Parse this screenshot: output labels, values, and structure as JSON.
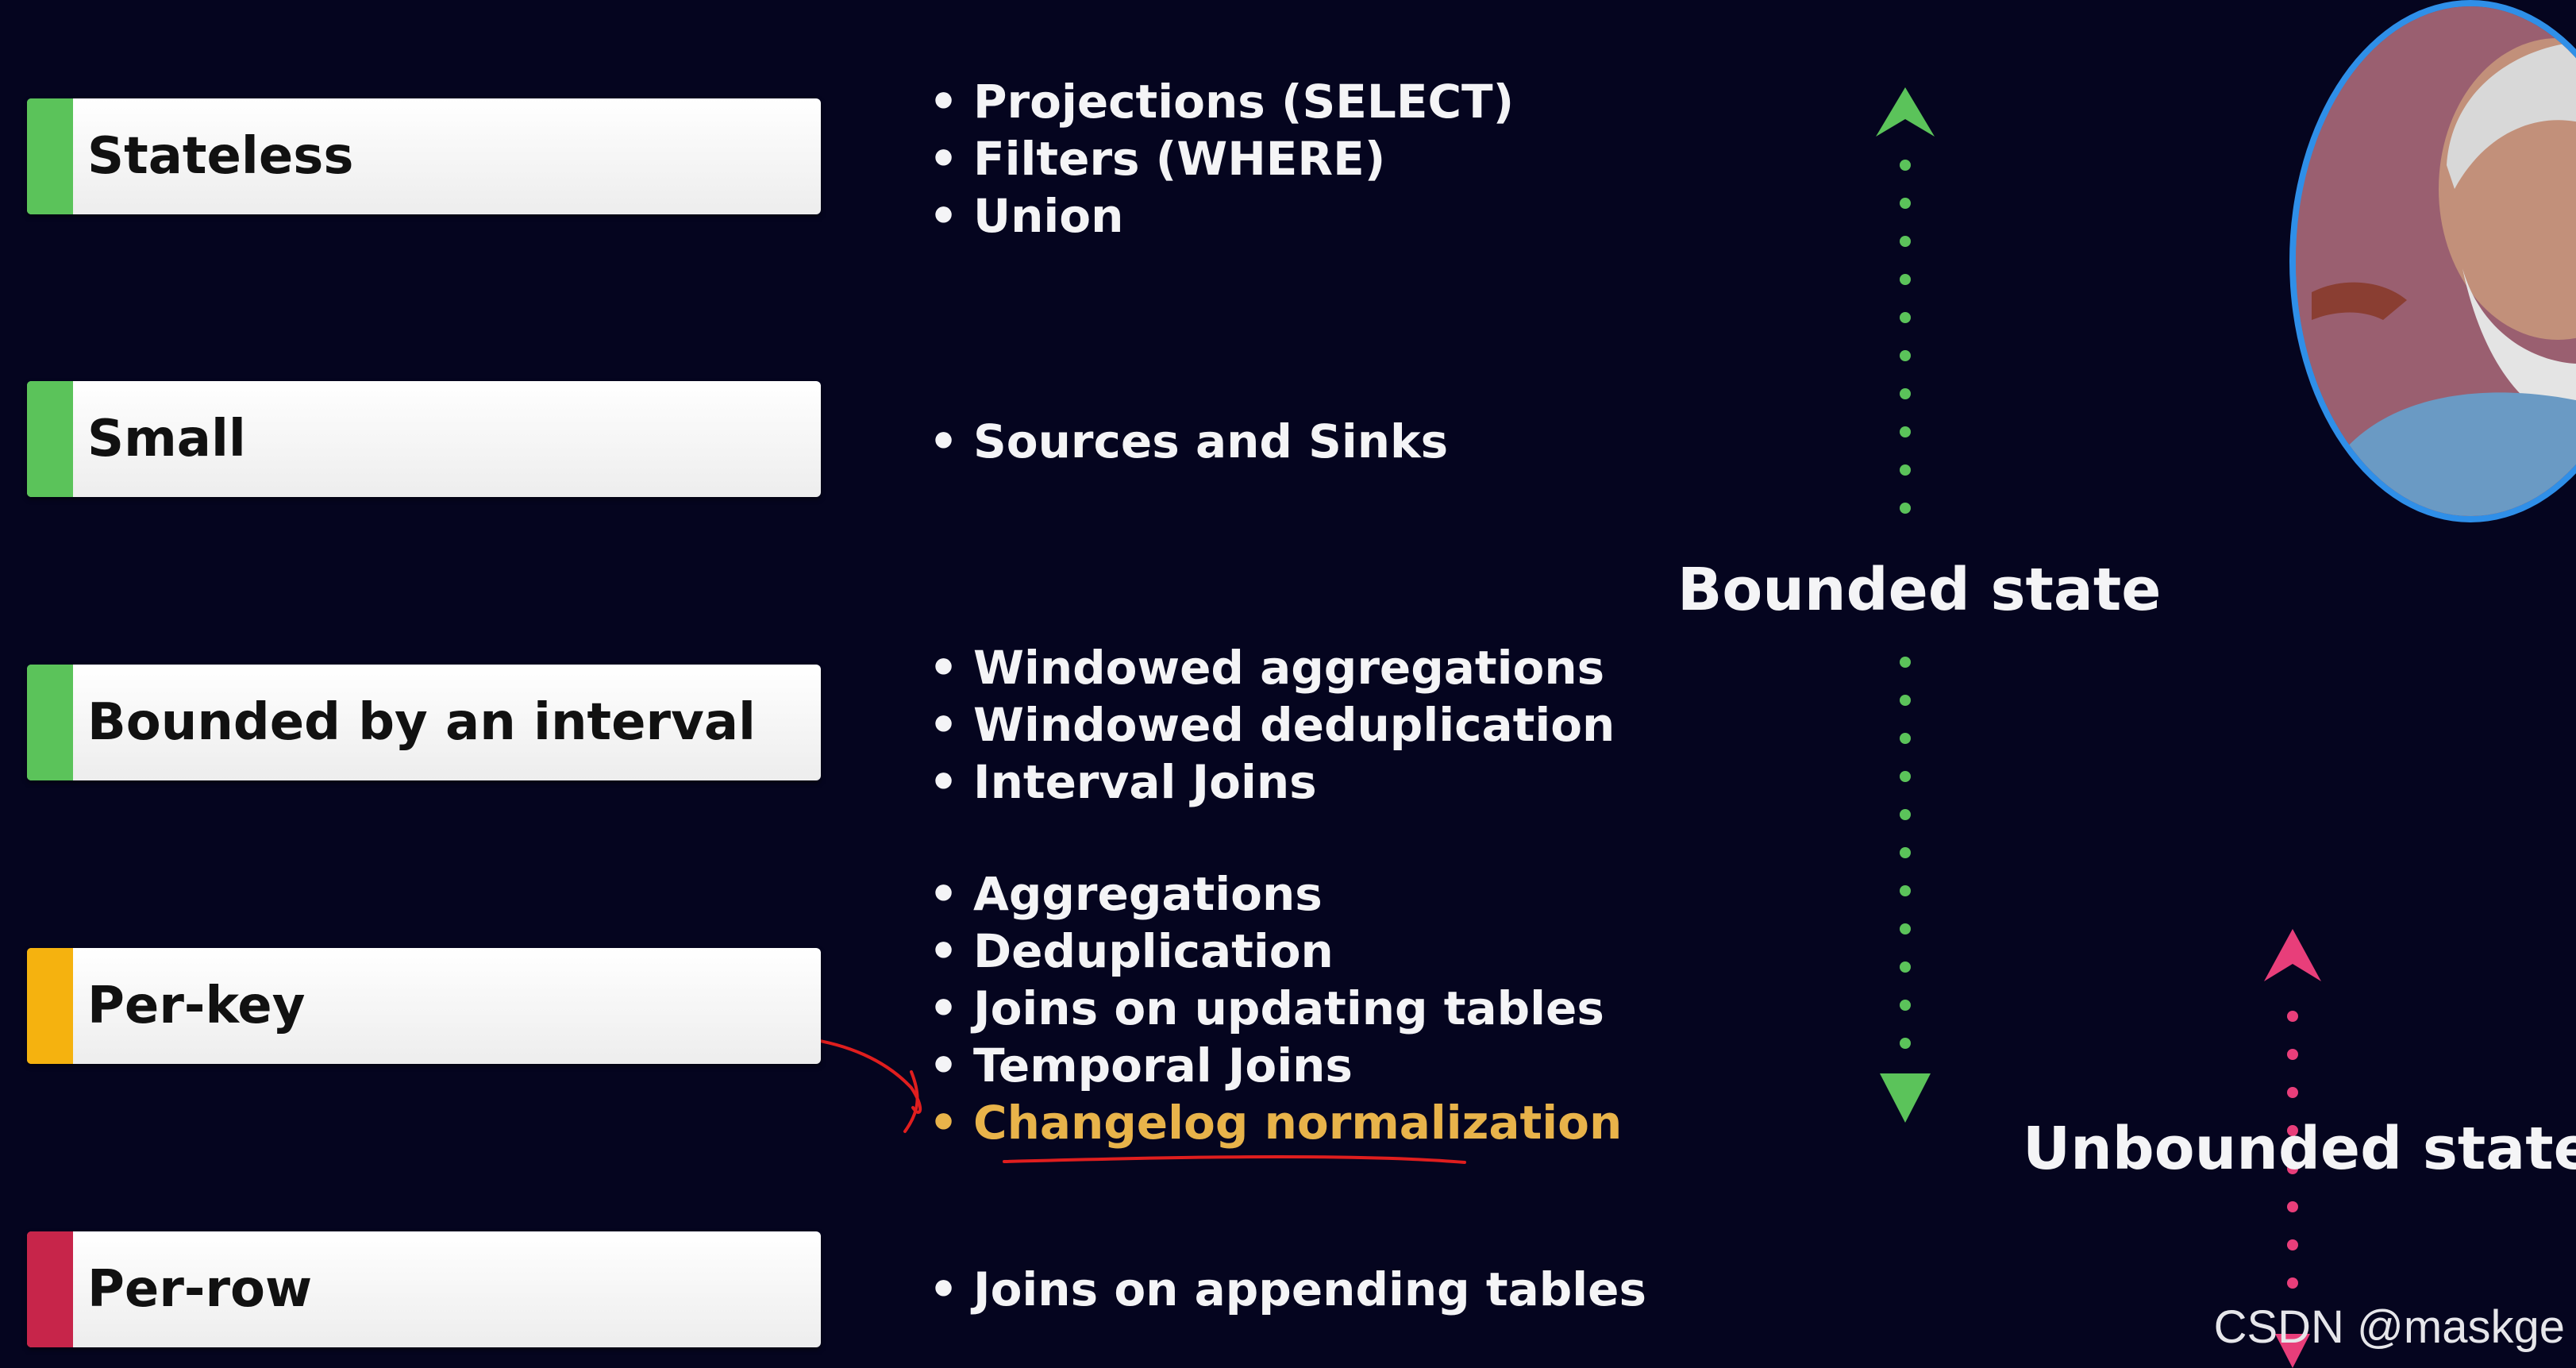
{
  "colors": {
    "background": "#05051f",
    "green": "#5bc35a",
    "amber": "#f5b20f",
    "red": "#c7254a",
    "pink": "#e83e7a",
    "highlight_text": "#e8b34a",
    "annotation_red": "#e01e1e",
    "avatar_border": "#2f8fe8"
  },
  "categories": [
    {
      "label": "Stateless",
      "accent": "green",
      "operations": [
        "Projections (SELECT)",
        "Filters (WHERE)",
        "Union"
      ]
    },
    {
      "label": "Small",
      "accent": "green",
      "operations": [
        "Sources and Sinks"
      ]
    },
    {
      "label": "Bounded by an interval",
      "accent": "green",
      "operations": [
        "Windowed aggregations",
        "Windowed deduplication",
        "Interval Joins"
      ]
    },
    {
      "label": "Per-key",
      "accent": "amber",
      "operations": [
        "Aggregations",
        "Deduplication",
        "Joins on updating tables",
        "Temporal Joins",
        "Changelog normalization"
      ],
      "highlighted": "Changelog normalization"
    },
    {
      "label": "Per-row",
      "accent": "red",
      "operations": [
        "Joins on appending tables"
      ]
    }
  ],
  "bullet": "•",
  "bounded_state": {
    "label": "Bounded state",
    "arrow_color": "green"
  },
  "unbounded_state": {
    "label": "Unbounded state",
    "arrow_color": "pink"
  },
  "watermark": "CSDN @maskge"
}
